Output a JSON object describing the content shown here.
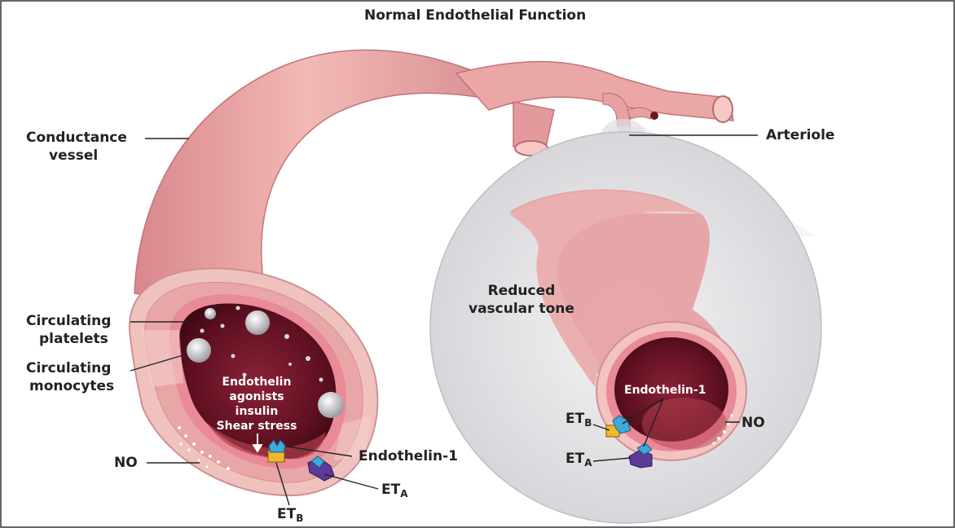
{
  "title": "Normal Endothelial Function",
  "labels": {
    "conductance_vessel": [
      "Conductance",
      "vessel"
    ],
    "arteriole": "Arteriole",
    "reduced_tone": [
      "Reduced",
      "vascular tone"
    ],
    "circulating_platelets": [
      "Circulating",
      "platelets"
    ],
    "circulating_monocytes": [
      "Circulating",
      "monocytes"
    ],
    "stimuli": [
      "Endothelin",
      "agonists",
      "insulin",
      "Shear stress"
    ],
    "endothelin1_left": "Endothelin-1",
    "endothelin1_right": "Endothelin-1",
    "no_left": "NO",
    "no_right": "NO",
    "et_main": "ET",
    "sub_a": "A",
    "sub_b": "B"
  },
  "colors": {
    "vessel": "#e6a0a0",
    "vessel_shadow": "#c77b7e",
    "lumen": "#6b1424",
    "endothelium": "#e88a98",
    "receptor_a": "#5b3a9a",
    "receptor_b": "#f0b92a",
    "receptor_top": "#3fa9d8"
  }
}
